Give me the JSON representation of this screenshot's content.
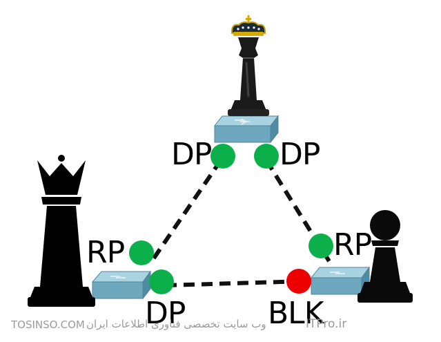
{
  "labels": {
    "top_left": "DP",
    "top_right": "DP",
    "left_up": "RP",
    "right_up": "RP",
    "bottom_left": "DP",
    "bottom_right": "BLK"
  },
  "watermark": {
    "left": "TOSINSO.COM",
    "middle": "وب سایت تخصصی فناوری اطلاعات ایران",
    "right": "ITPro.ir"
  },
  "colors": {
    "designated_port": "#0bb04a",
    "blocked_port": "#ee0000",
    "switch_top": "#8fc3d6",
    "switch_side": "#5e95ab",
    "link": "#111111"
  },
  "icons": {
    "root_bridge": "chess-king-icon",
    "left_bridge": "chess-queen-icon",
    "right_bridge": "chess-pawn-icon",
    "switch": "switch-icon"
  }
}
